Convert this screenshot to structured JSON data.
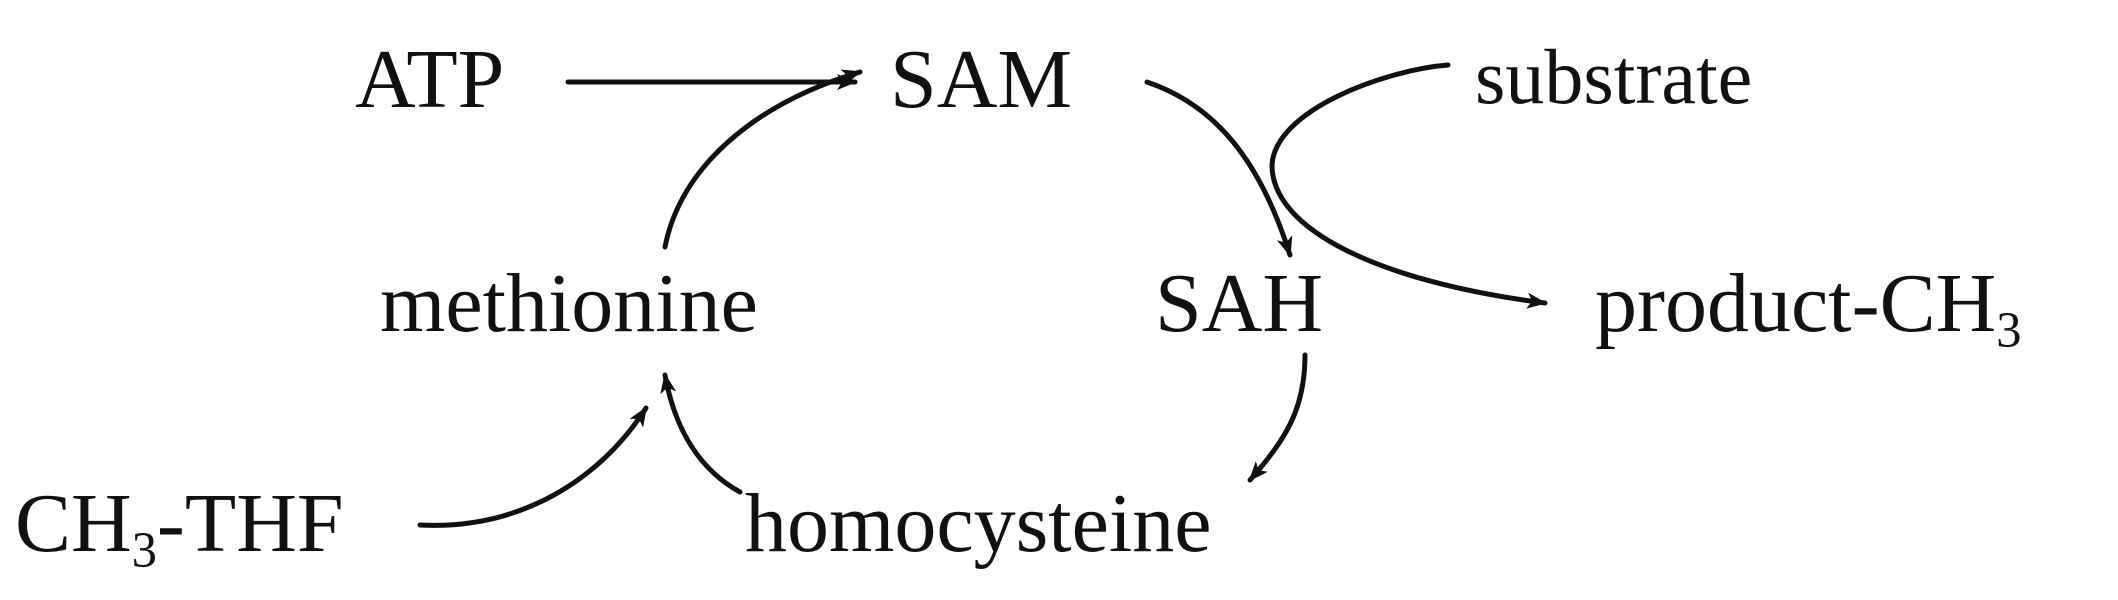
{
  "diagram": {
    "nodes": {
      "atp": {
        "text": "ATP"
      },
      "sam": {
        "text": "SAM"
      },
      "substrate": {
        "text": "substrate"
      },
      "methionine": {
        "text": "methionine"
      },
      "sah": {
        "text": "SAH"
      },
      "product": {
        "text": "product-CH",
        "subscript": "3"
      },
      "ch3_thf": {
        "prefix": "CH",
        "subscript": "3",
        "suffix": "-THF"
      },
      "homocysteine": {
        "text": "homocysteine"
      }
    },
    "edges": [
      {
        "from": "ATP",
        "to": "SAM"
      },
      {
        "from": "methionine",
        "to": "SAM"
      },
      {
        "from": "SAM",
        "to": "SAH"
      },
      {
        "from": "substrate",
        "to": "product-CH3"
      },
      {
        "from": "SAH",
        "to": "homocysteine"
      },
      {
        "from": "homocysteine",
        "to": "methionine"
      },
      {
        "from": "CH3-THF",
        "to": "methionine"
      }
    ],
    "colors": {
      "ink": "#111111",
      "background": "#ffffff"
    }
  }
}
